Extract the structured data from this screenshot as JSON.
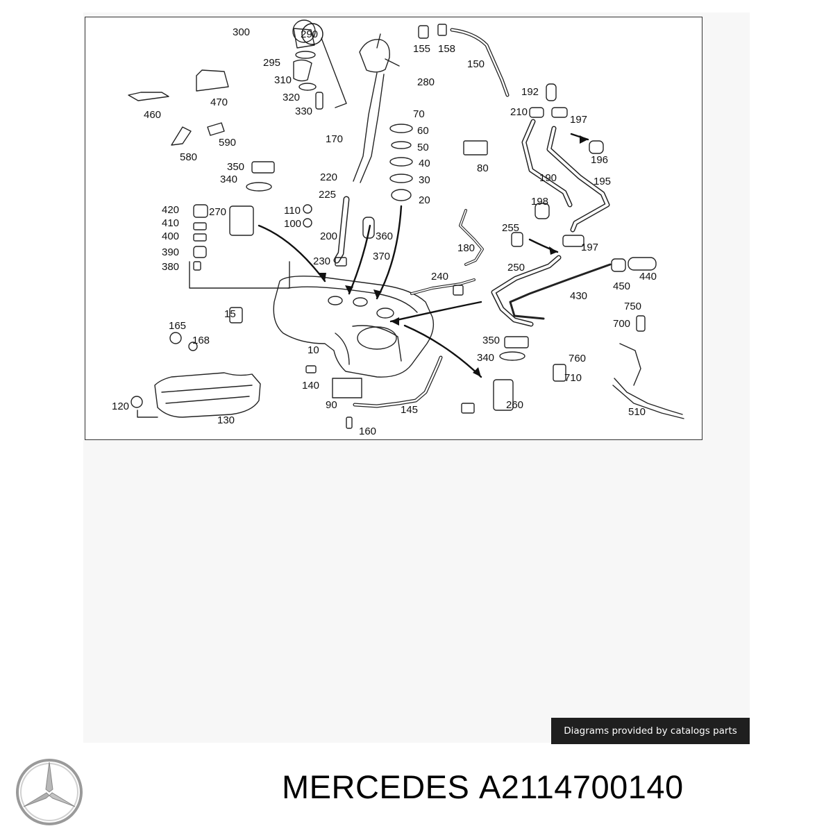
{
  "diagram": {
    "callouts": [
      {
        "id": "c300",
        "text": "300"
      },
      {
        "id": "c290",
        "text": "290"
      },
      {
        "id": "c295",
        "text": "295"
      },
      {
        "id": "c310",
        "text": "310"
      },
      {
        "id": "c320",
        "text": "320"
      },
      {
        "id": "c330",
        "text": "330"
      },
      {
        "id": "c460",
        "text": "460"
      },
      {
        "id": "c470",
        "text": "470"
      },
      {
        "id": "c590",
        "text": "590"
      },
      {
        "id": "c580",
        "text": "580"
      },
      {
        "id": "c350a",
        "text": "350"
      },
      {
        "id": "c340a",
        "text": "340"
      },
      {
        "id": "c420",
        "text": "420"
      },
      {
        "id": "c410",
        "text": "410"
      },
      {
        "id": "c400",
        "text": "400"
      },
      {
        "id": "c390",
        "text": "390"
      },
      {
        "id": "c380",
        "text": "380"
      },
      {
        "id": "c270",
        "text": "270"
      },
      {
        "id": "c155",
        "text": "155"
      },
      {
        "id": "c158",
        "text": "158"
      },
      {
        "id": "c150",
        "text": "150"
      },
      {
        "id": "c280",
        "text": "280"
      },
      {
        "id": "c170",
        "text": "170"
      },
      {
        "id": "c220",
        "text": "220"
      },
      {
        "id": "c225",
        "text": "225"
      },
      {
        "id": "c110",
        "text": "110"
      },
      {
        "id": "c100",
        "text": "100"
      },
      {
        "id": "c200",
        "text": "200"
      },
      {
        "id": "c230",
        "text": "230"
      },
      {
        "id": "c360",
        "text": "360"
      },
      {
        "id": "c370",
        "text": "370"
      },
      {
        "id": "c70",
        "text": "70"
      },
      {
        "id": "c60",
        "text": "60"
      },
      {
        "id": "c50",
        "text": "50"
      },
      {
        "id": "c40",
        "text": "40"
      },
      {
        "id": "c30",
        "text": "30"
      },
      {
        "id": "c20",
        "text": "20"
      },
      {
        "id": "c80",
        "text": "80"
      },
      {
        "id": "c192",
        "text": "192"
      },
      {
        "id": "c210",
        "text": "210"
      },
      {
        "id": "c197a",
        "text": "197"
      },
      {
        "id": "c196",
        "text": "196"
      },
      {
        "id": "c190",
        "text": "190"
      },
      {
        "id": "c195",
        "text": "195"
      },
      {
        "id": "c198",
        "text": "198"
      },
      {
        "id": "c180",
        "text": "180"
      },
      {
        "id": "c255",
        "text": "255"
      },
      {
        "id": "c197b",
        "text": "197"
      },
      {
        "id": "c250",
        "text": "250"
      },
      {
        "id": "c240",
        "text": "240"
      },
      {
        "id": "c450",
        "text": "450"
      },
      {
        "id": "c440",
        "text": "440"
      },
      {
        "id": "c430",
        "text": "430"
      },
      {
        "id": "c750",
        "text": "750"
      },
      {
        "id": "c700",
        "text": "700"
      },
      {
        "id": "c15",
        "text": "15"
      },
      {
        "id": "c165",
        "text": "165"
      },
      {
        "id": "c168",
        "text": "168"
      },
      {
        "id": "c10",
        "text": "10"
      },
      {
        "id": "c350b",
        "text": "350"
      },
      {
        "id": "c340b",
        "text": "340"
      },
      {
        "id": "c760",
        "text": "760"
      },
      {
        "id": "c710",
        "text": "710"
      },
      {
        "id": "c140",
        "text": "140"
      },
      {
        "id": "c90",
        "text": "90"
      },
      {
        "id": "c145",
        "text": "145"
      },
      {
        "id": "c260",
        "text": "260"
      },
      {
        "id": "c120",
        "text": "120"
      },
      {
        "id": "c130",
        "text": "130"
      },
      {
        "id": "c160",
        "text": "160"
      },
      {
        "id": "c510",
        "text": "510"
      }
    ]
  },
  "credit_text": "Diagrams provided by catalogs parts",
  "brand": {
    "name": "MERCEDES",
    "part_number": "A2114700140",
    "logo_icon": "mercedes-star-icon"
  }
}
